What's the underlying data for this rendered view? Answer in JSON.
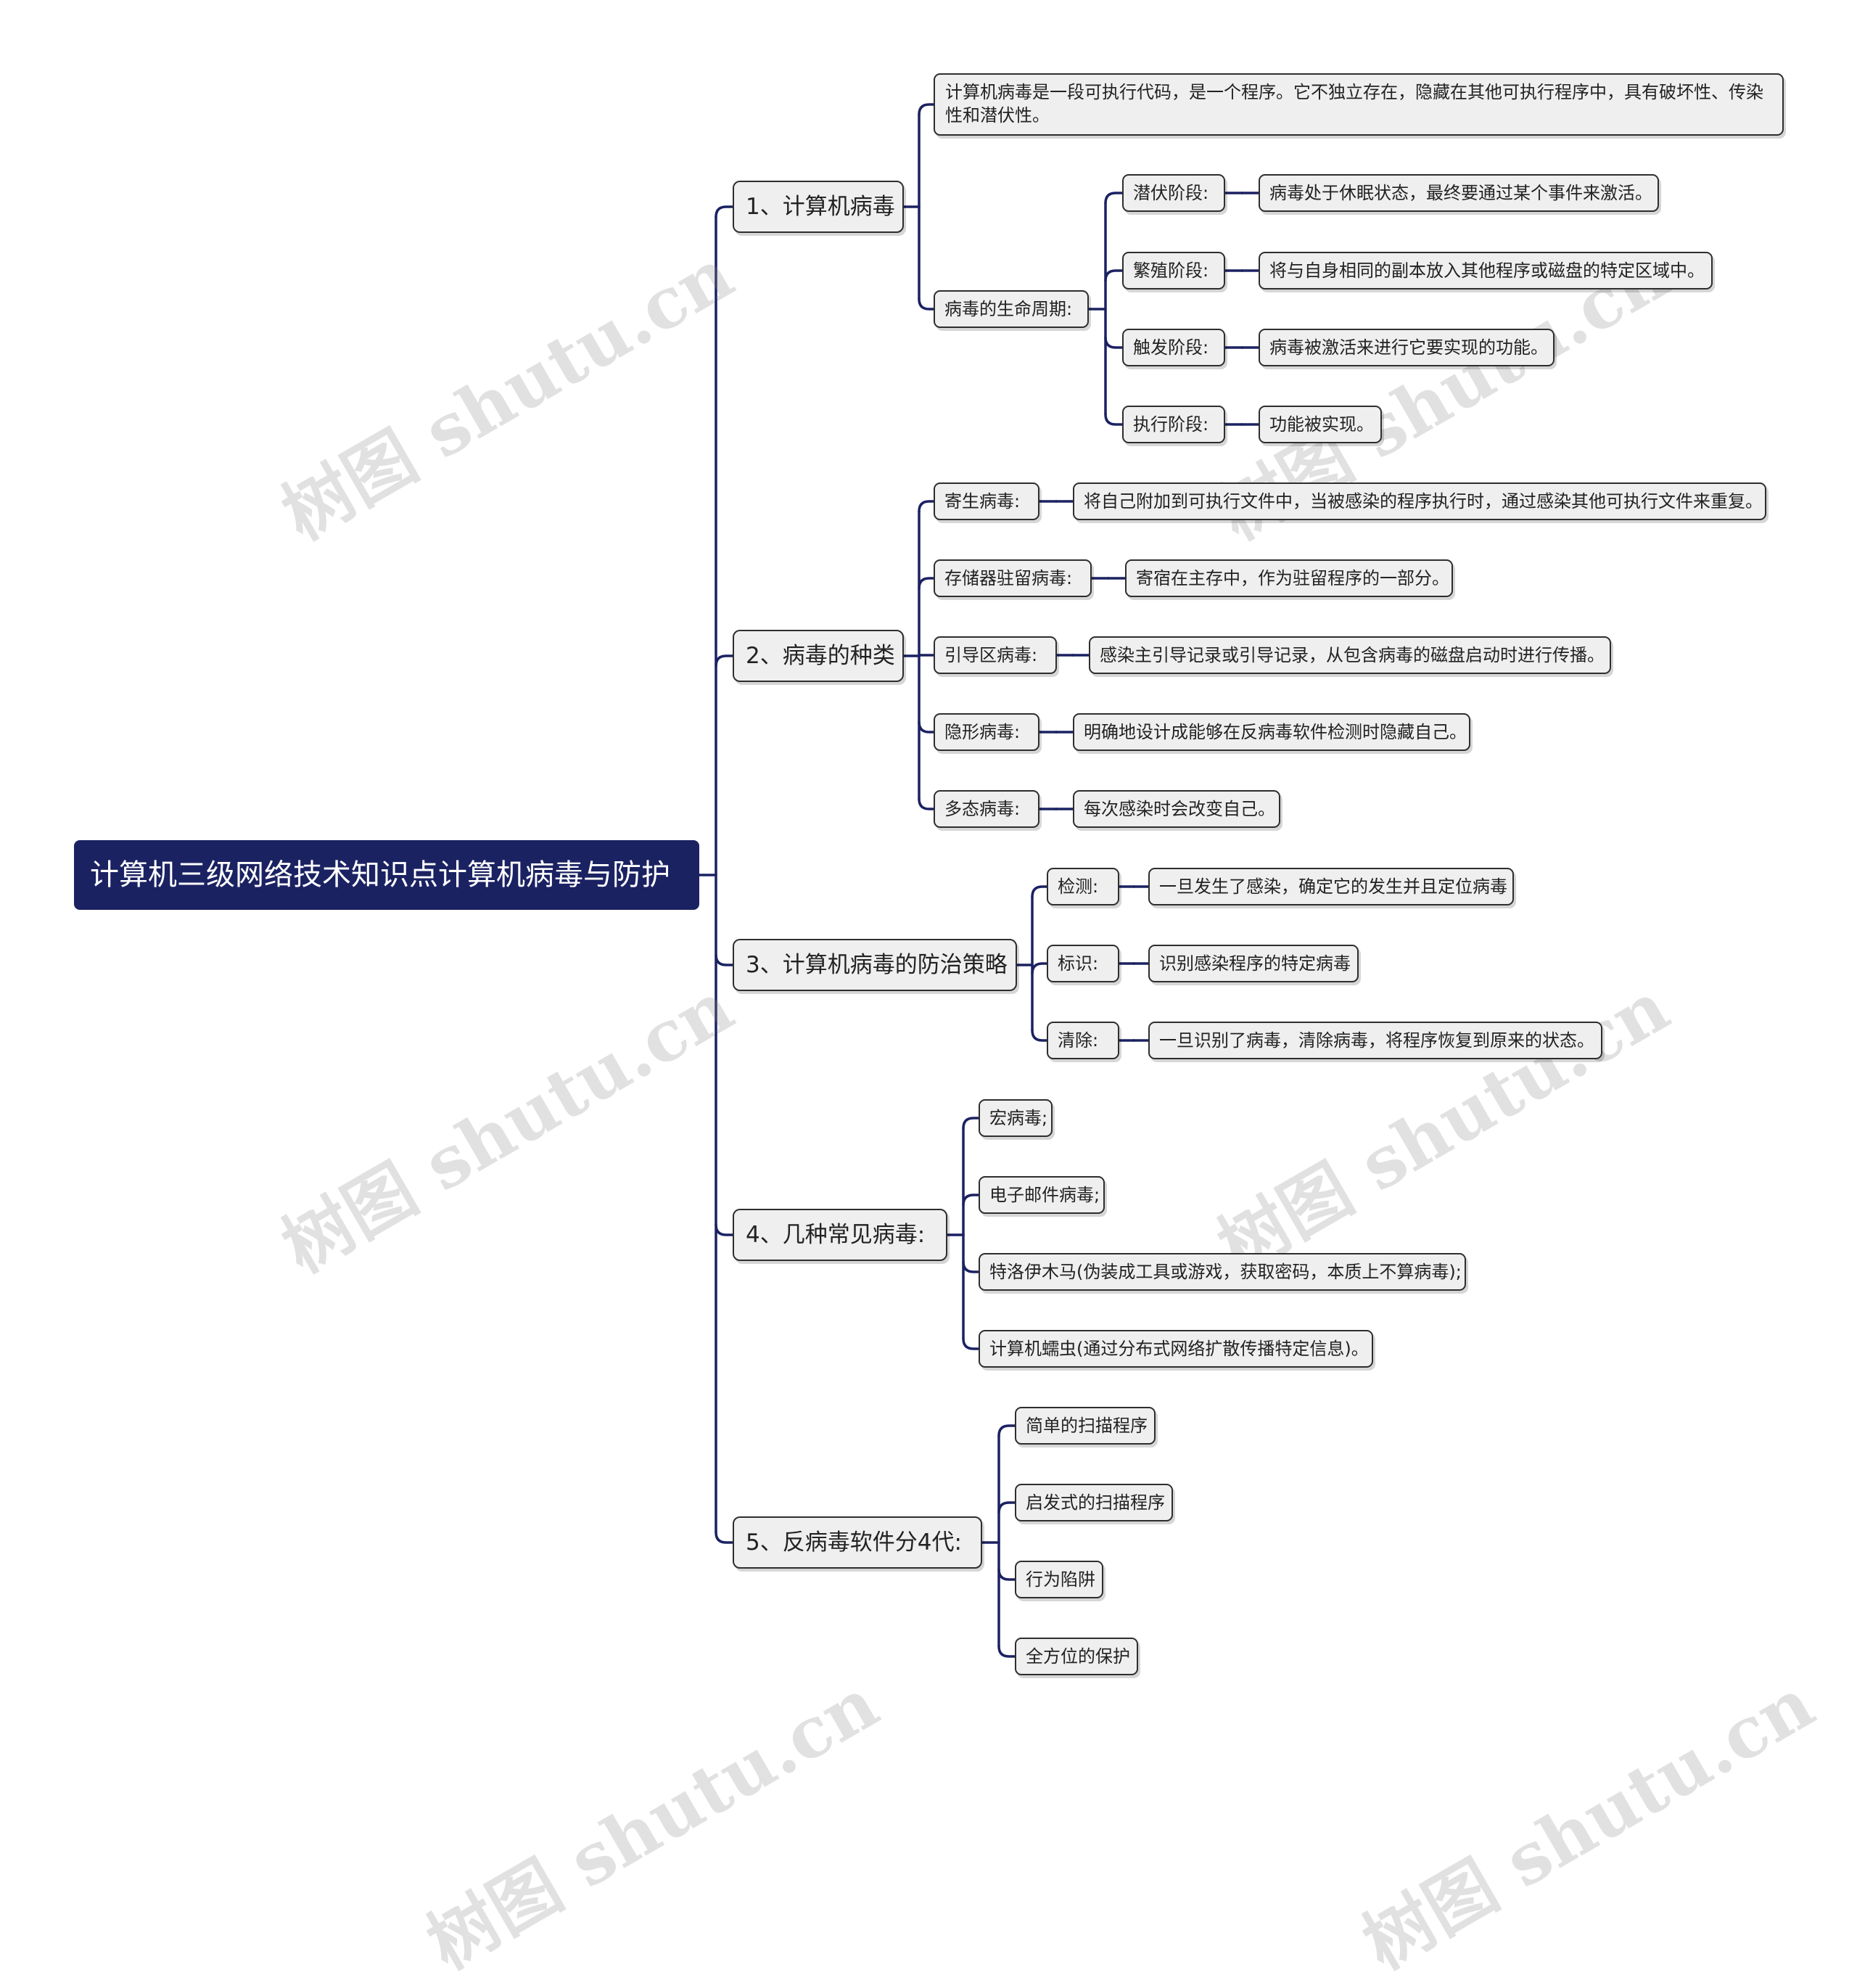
{
  "theme": {
    "line_color": "#1b2262",
    "root_bg": "#1b2262",
    "node_bg": "#efefef",
    "node_border": "#2e2e2e"
  },
  "watermark": {
    "text": "树图 shutu.cn"
  },
  "root": {
    "label": "计算机三级网络技术知识点计算机病毒与防护"
  },
  "branches": [
    {
      "label": "1、计算机病毒",
      "children": [
        {
          "label": "计算机病毒是一段可执行代码，是一个程序。它不独立存在，隐藏在其他可执行程序中，具有破坏性、传染性和潜伏性。"
        },
        {
          "label": "病毒的生命周期:",
          "children": [
            {
              "label": "潜伏阶段:",
              "detail": "病毒处于休眠状态，最终要通过某个事件来激活。"
            },
            {
              "label": "繁殖阶段:",
              "detail": "将与自身相同的副本放入其他程序或磁盘的特定区域中。"
            },
            {
              "label": "触发阶段:",
              "detail": "病毒被激活来进行它要实现的功能。"
            },
            {
              "label": "执行阶段:",
              "detail": "功能被实现。"
            }
          ]
        }
      ]
    },
    {
      "label": "2、病毒的种类",
      "children": [
        {
          "label": "寄生病毒:",
          "detail": "将自己附加到可执行文件中，当被感染的程序执行时，通过感染其他可执行文件来重复。"
        },
        {
          "label": "存储器驻留病毒:",
          "detail": "寄宿在主存中，作为驻留程序的一部分。"
        },
        {
          "label": "引导区病毒:",
          "detail": "感染主引导记录或引导记录，从包含病毒的磁盘启动时进行传播。"
        },
        {
          "label": "隐形病毒:",
          "detail": "明确地设计成能够在反病毒软件检测时隐藏自己。"
        },
        {
          "label": "多态病毒:",
          "detail": "每次感染时会改变自己。"
        }
      ]
    },
    {
      "label": "3、计算机病毒的防治策略",
      "children": [
        {
          "label": "检测:",
          "detail": "一旦发生了感染，确定它的发生并且定位病毒"
        },
        {
          "label": "标识:",
          "detail": "识别感染程序的特定病毒"
        },
        {
          "label": "清除:",
          "detail": "一旦识别了病毒，清除病毒，将程序恢复到原来的状态。"
        }
      ]
    },
    {
      "label": "4、几种常见病毒:",
      "children": [
        {
          "label": "宏病毒;"
        },
        {
          "label": "电子邮件病毒;"
        },
        {
          "label": "特洛伊木马(伪装成工具或游戏，获取密码，本质上不算病毒);"
        },
        {
          "label": "计算机蠕虫(通过分布式网络扩散传播特定信息)。"
        }
      ]
    },
    {
      "label": "5、反病毒软件分4代:",
      "children": [
        {
          "label": "简单的扫描程序"
        },
        {
          "label": "启发式的扫描程序"
        },
        {
          "label": "行为陷阱"
        },
        {
          "label": "全方位的保护"
        }
      ]
    }
  ]
}
